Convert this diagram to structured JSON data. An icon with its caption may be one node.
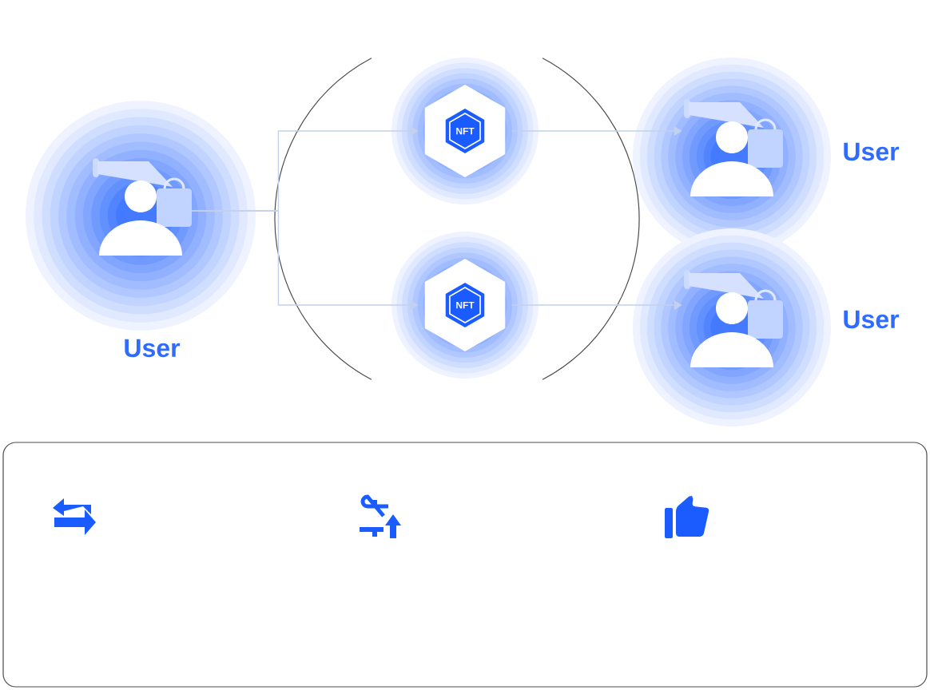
{
  "diagram": {
    "nodes": [
      {
        "text": [],
        "shape": "person",
        "beside": [
          "User"
        ]
      },
      {
        "text": [
          "NFT"
        ]
      },
      {
        "text": [
          "NFT"
        ]
      },
      {
        "text": [],
        "shape": "person",
        "beside": [
          "User"
        ]
      },
      {
        "text": [],
        "shape": "person",
        "beside": [
          "User"
        ]
      }
    ],
    "edges": [
      {
        "from": 0,
        "to": 1,
        "arrow": "to"
      },
      {
        "from": 0,
        "to": 2,
        "arrow": "to"
      },
      {
        "from": 1,
        "to": 3,
        "arrow": "to"
      },
      {
        "from": 2,
        "to": 4,
        "arrow": "to"
      }
    ]
  }
}
